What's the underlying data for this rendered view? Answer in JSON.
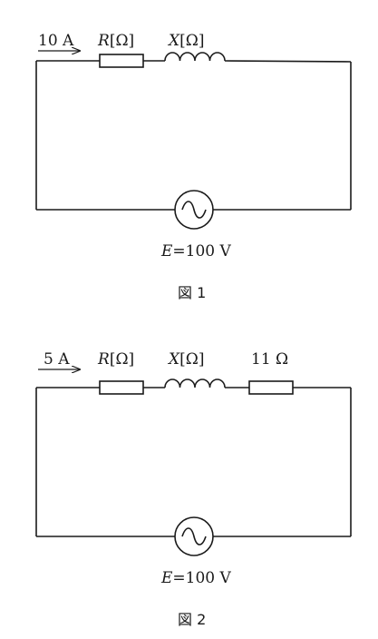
{
  "figure1": {
    "current": "10 A",
    "resistor_symbol": "R",
    "resistor_unit": "[Ω]",
    "reactance_symbol": "X",
    "reactance_unit": "[Ω]",
    "source_symbol": "E",
    "source_value": "=100 V",
    "caption": "図 1"
  },
  "figure2": {
    "current": "5 A",
    "resistor_symbol": "R",
    "resistor_unit": "[Ω]",
    "reactance_symbol": "X",
    "reactance_unit": "[Ω]",
    "extra_resistor": "11 Ω",
    "source_symbol": "E",
    "source_value": "=100 V",
    "caption": "図 2"
  }
}
